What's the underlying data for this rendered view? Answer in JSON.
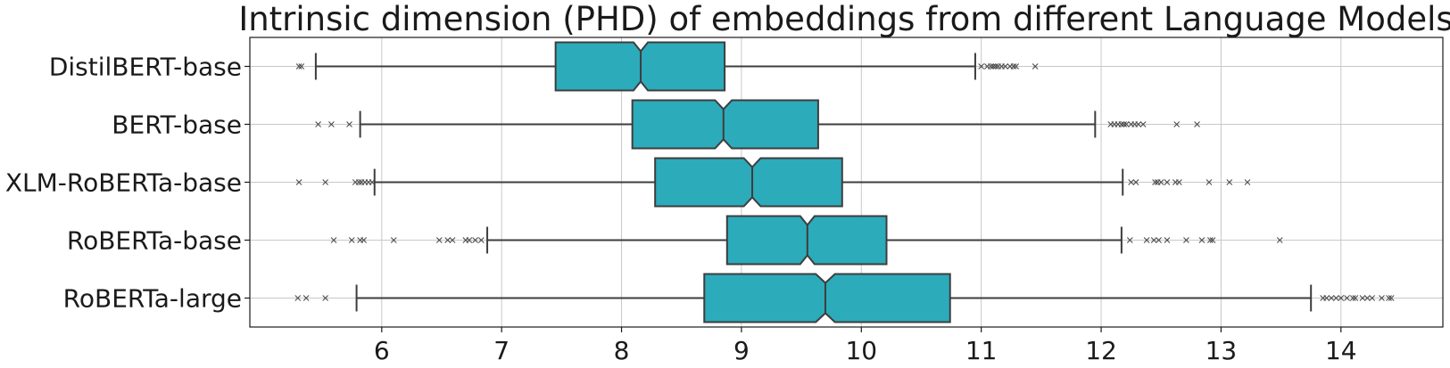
{
  "chart_data": {
    "type": "box",
    "orientation": "horizontal",
    "notched": true,
    "title": "Intrinsic dimension (PHD) of embeddings from different Language Models",
    "xlabel": "",
    "ylabel": "",
    "xlim": [
      4.9,
      14.85
    ],
    "x_ticks": [
      6,
      7,
      8,
      9,
      10,
      11,
      12,
      13,
      14
    ],
    "grid": true,
    "box_color": "#2cabba",
    "edge_color": "#3d3d3d",
    "flier_marker": "x",
    "categories": [
      "DistilBERT-base",
      "BERT-base",
      "XLM-RoBERTa-base",
      "RoBERTa-base",
      "RoBERTa-large"
    ],
    "boxes": [
      {
        "label": "DistilBERT-base",
        "whislo": 5.45,
        "q1": 7.45,
        "med": 8.16,
        "q3": 8.86,
        "whishi": 10.95,
        "notch": [
          8.1,
          8.22
        ],
        "fliers": [
          5.31,
          5.33,
          11.0,
          11.05,
          11.08,
          11.1,
          11.12,
          11.14,
          11.17,
          11.2,
          11.24,
          11.27,
          11.29,
          11.45
        ]
      },
      {
        "label": "BERT-base",
        "whislo": 5.82,
        "q1": 8.09,
        "med": 8.85,
        "q3": 9.64,
        "whishi": 11.95,
        "notch": [
          8.78,
          8.92
        ],
        "fliers": [
          5.47,
          5.58,
          5.73,
          12.08,
          12.11,
          12.14,
          12.17,
          12.19,
          12.21,
          12.25,
          12.28,
          12.31,
          12.35,
          12.63,
          12.8
        ]
      },
      {
        "label": "XLM-RoBERTa-base",
        "whislo": 5.94,
        "q1": 8.28,
        "med": 9.09,
        "q3": 9.84,
        "whishi": 12.18,
        "notch": [
          9.02,
          9.16
        ],
        "fliers": [
          5.31,
          5.53,
          5.78,
          5.81,
          5.83,
          5.86,
          5.89,
          5.92,
          12.25,
          12.29,
          12.45,
          12.47,
          12.5,
          12.55,
          12.62,
          12.65,
          12.9,
          13.07,
          13.22
        ]
      },
      {
        "label": "RoBERTa-base",
        "whislo": 6.88,
        "q1": 8.88,
        "med": 9.55,
        "q3": 10.21,
        "whishi": 12.17,
        "notch": [
          9.49,
          9.61
        ],
        "fliers": [
          5.6,
          5.75,
          5.82,
          5.85,
          6.1,
          6.48,
          6.55,
          6.59,
          6.7,
          6.73,
          6.78,
          6.83,
          12.24,
          12.38,
          12.44,
          12.48,
          12.55,
          12.71,
          12.84,
          12.91,
          12.93,
          13.49
        ]
      },
      {
        "label": "RoBERTa-large",
        "whislo": 5.79,
        "q1": 8.69,
        "med": 9.7,
        "q3": 10.74,
        "whishi": 13.75,
        "notch": [
          9.62,
          9.78
        ],
        "fliers": [
          5.3,
          5.37,
          5.53,
          13.85,
          13.88,
          13.92,
          13.96,
          14.0,
          14.05,
          14.1,
          14.12,
          14.18,
          14.22,
          14.26,
          14.34,
          14.4,
          14.42
        ]
      }
    ]
  }
}
